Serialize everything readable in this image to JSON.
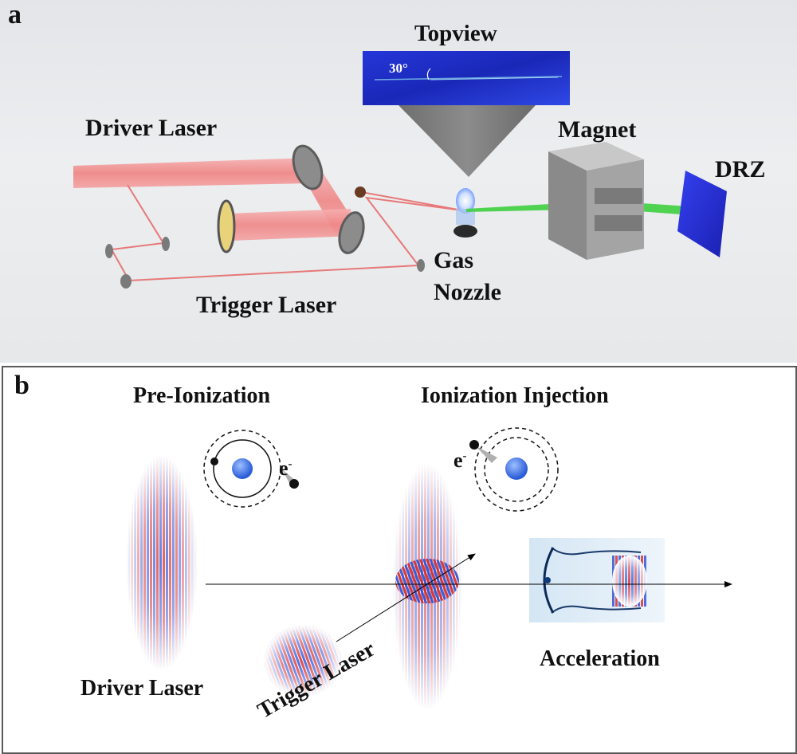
{
  "panel_a": {
    "letter": "a",
    "topview_label": "Topview",
    "topview_angle": "30°",
    "driver_laser": "Driver Laser",
    "trigger_laser": "Trigger Laser",
    "gas_nozzle_line1": "Gas",
    "gas_nozzle_line2": "Nozzle",
    "magnet": "Magnet",
    "detector": "DRZ"
  },
  "panel_b": {
    "letter": "b",
    "pre_ionization": "Pre-Ionization",
    "ionization_injection": "Ionization Injection",
    "electron_label_1": "e",
    "electron_label_2": "e",
    "electron_sup": "-",
    "driver_laser": "Driver Laser",
    "trigger_laser": "Trigger Laser",
    "acceleration": "Acceleration"
  },
  "colors": {
    "laser_beam": "#f08a8a",
    "electron_beam": "#3fcf3f",
    "topview_bg": "#1e2fd0",
    "detector": "#2a30e8",
    "magnet": "#9a9a9a",
    "wave_red": "#d62828",
    "wave_blue": "#2b4fd6"
  }
}
